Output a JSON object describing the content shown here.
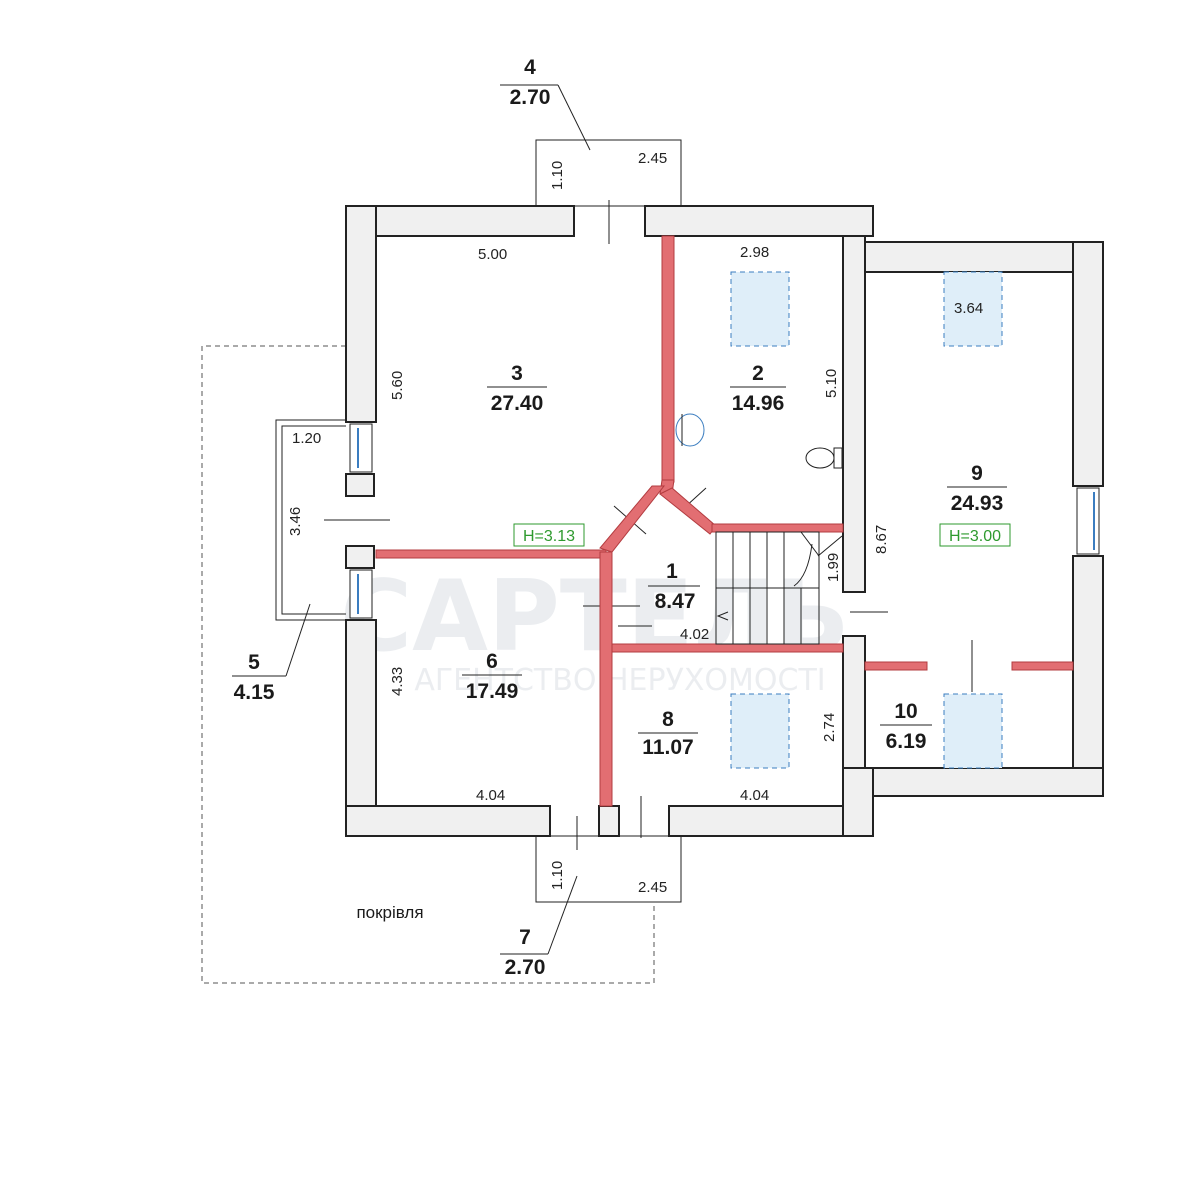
{
  "rooms": [
    {
      "number": "1",
      "area": "8.47"
    },
    {
      "number": "2",
      "area": "14.96"
    },
    {
      "number": "3",
      "area": "27.40"
    },
    {
      "number": "4",
      "area": "2.70"
    },
    {
      "number": "5",
      "area": "4.15"
    },
    {
      "number": "6",
      "area": "17.49"
    },
    {
      "number": "7",
      "area": "2.70"
    },
    {
      "number": "8",
      "area": "11.07"
    },
    {
      "number": "9",
      "area": "24.93"
    },
    {
      "number": "10",
      "area": "6.19"
    }
  ],
  "dimensions": {
    "balcony4_depth": "1.10",
    "balcony4_width": "2.45",
    "room3_width": "5.00",
    "room3_height": "5.60",
    "room2_width": "2.98",
    "room2_height": "5.10",
    "room9_width": "3.64",
    "room9_height": "8.67",
    "balcony5_width": "1.20",
    "balcony5_height": "3.46",
    "stair_height": "1.99",
    "hall_width": "4.02",
    "room6_height": "4.33",
    "room8_height": "2.74",
    "room6_width": "4.04",
    "room8_width": "4.04",
    "balcony7_depth": "1.10",
    "balcony7_width": "2.45"
  },
  "heights": {
    "left": "H=3.13",
    "right": "H=3.00"
  },
  "roof_label": "покрівля",
  "watermark": {
    "logo": "САРТЕЛЬ",
    "tagline": "АГЕНТСТВО НЕРУХОМОСТІ"
  },
  "colors": {
    "partition": "#e26e72",
    "height_label": "#2e9a2e",
    "skylight": "#dfeef9"
  }
}
